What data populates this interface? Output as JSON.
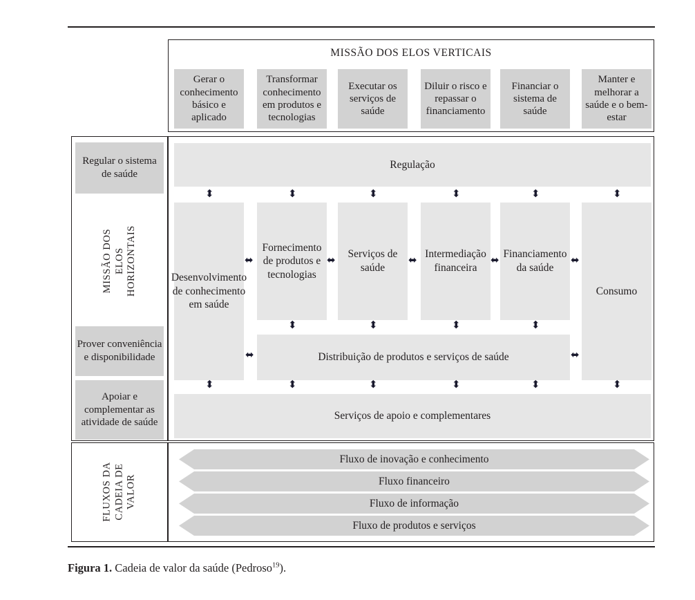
{
  "figure": {
    "caption_label": "Figura 1.",
    "caption_text": " Cadeia de valor da saúde (Pedroso",
    "caption_ref": "19",
    "caption_tail": ")."
  },
  "vertical_mission": {
    "title": "MISSÃO DOS ELOS VERTICAIS",
    "cells": [
      "Gerar o conhecimento básico e aplicado",
      "Transformar conhecimento em produtos e tecnologias",
      "Executar os serviços de saúde",
      "Diluir o risco e repassar o financiamento",
      "Financiar o sistema de saúde",
      "Manter e melhorar a saúde e o bem-estar"
    ]
  },
  "horizontal_mission": {
    "rotated_label": "MISSÃO DOS ELOS HORIZONTAIS",
    "labels": [
      "Regular o sistema de saúde",
      "Prover conveniência e disponibilidade",
      "Apoiar e complementar as atividade de saúde"
    ]
  },
  "chain": {
    "regulation": "Regulação",
    "links": [
      "Desenvolvimento de conhecimento em saúde",
      "Fornecimento de produtos e tecnologias",
      "Serviços de saúde",
      "Intermediação financeira",
      "Financiamento da saúde",
      "Consumo"
    ],
    "distribution": "Distribuição de produtos e serviços de saúde",
    "support": "Serviços de apoio e complementares"
  },
  "flows": {
    "rotated_label": "FLUXOS DA CADEIA DE VALOR",
    "items": [
      "Fluxo de inovação e conhecimento",
      "Fluxo financeiro",
      "Fluxo de informação",
      "Fluxo de produtos e serviços"
    ]
  },
  "icons": {
    "arrow_vertical": "⬍",
    "arrow_horizontal": "⬌"
  },
  "colors": {
    "mission_box": "#d2d2d2",
    "chain_box": "#e6e6e6",
    "frame": "#231f20"
  }
}
